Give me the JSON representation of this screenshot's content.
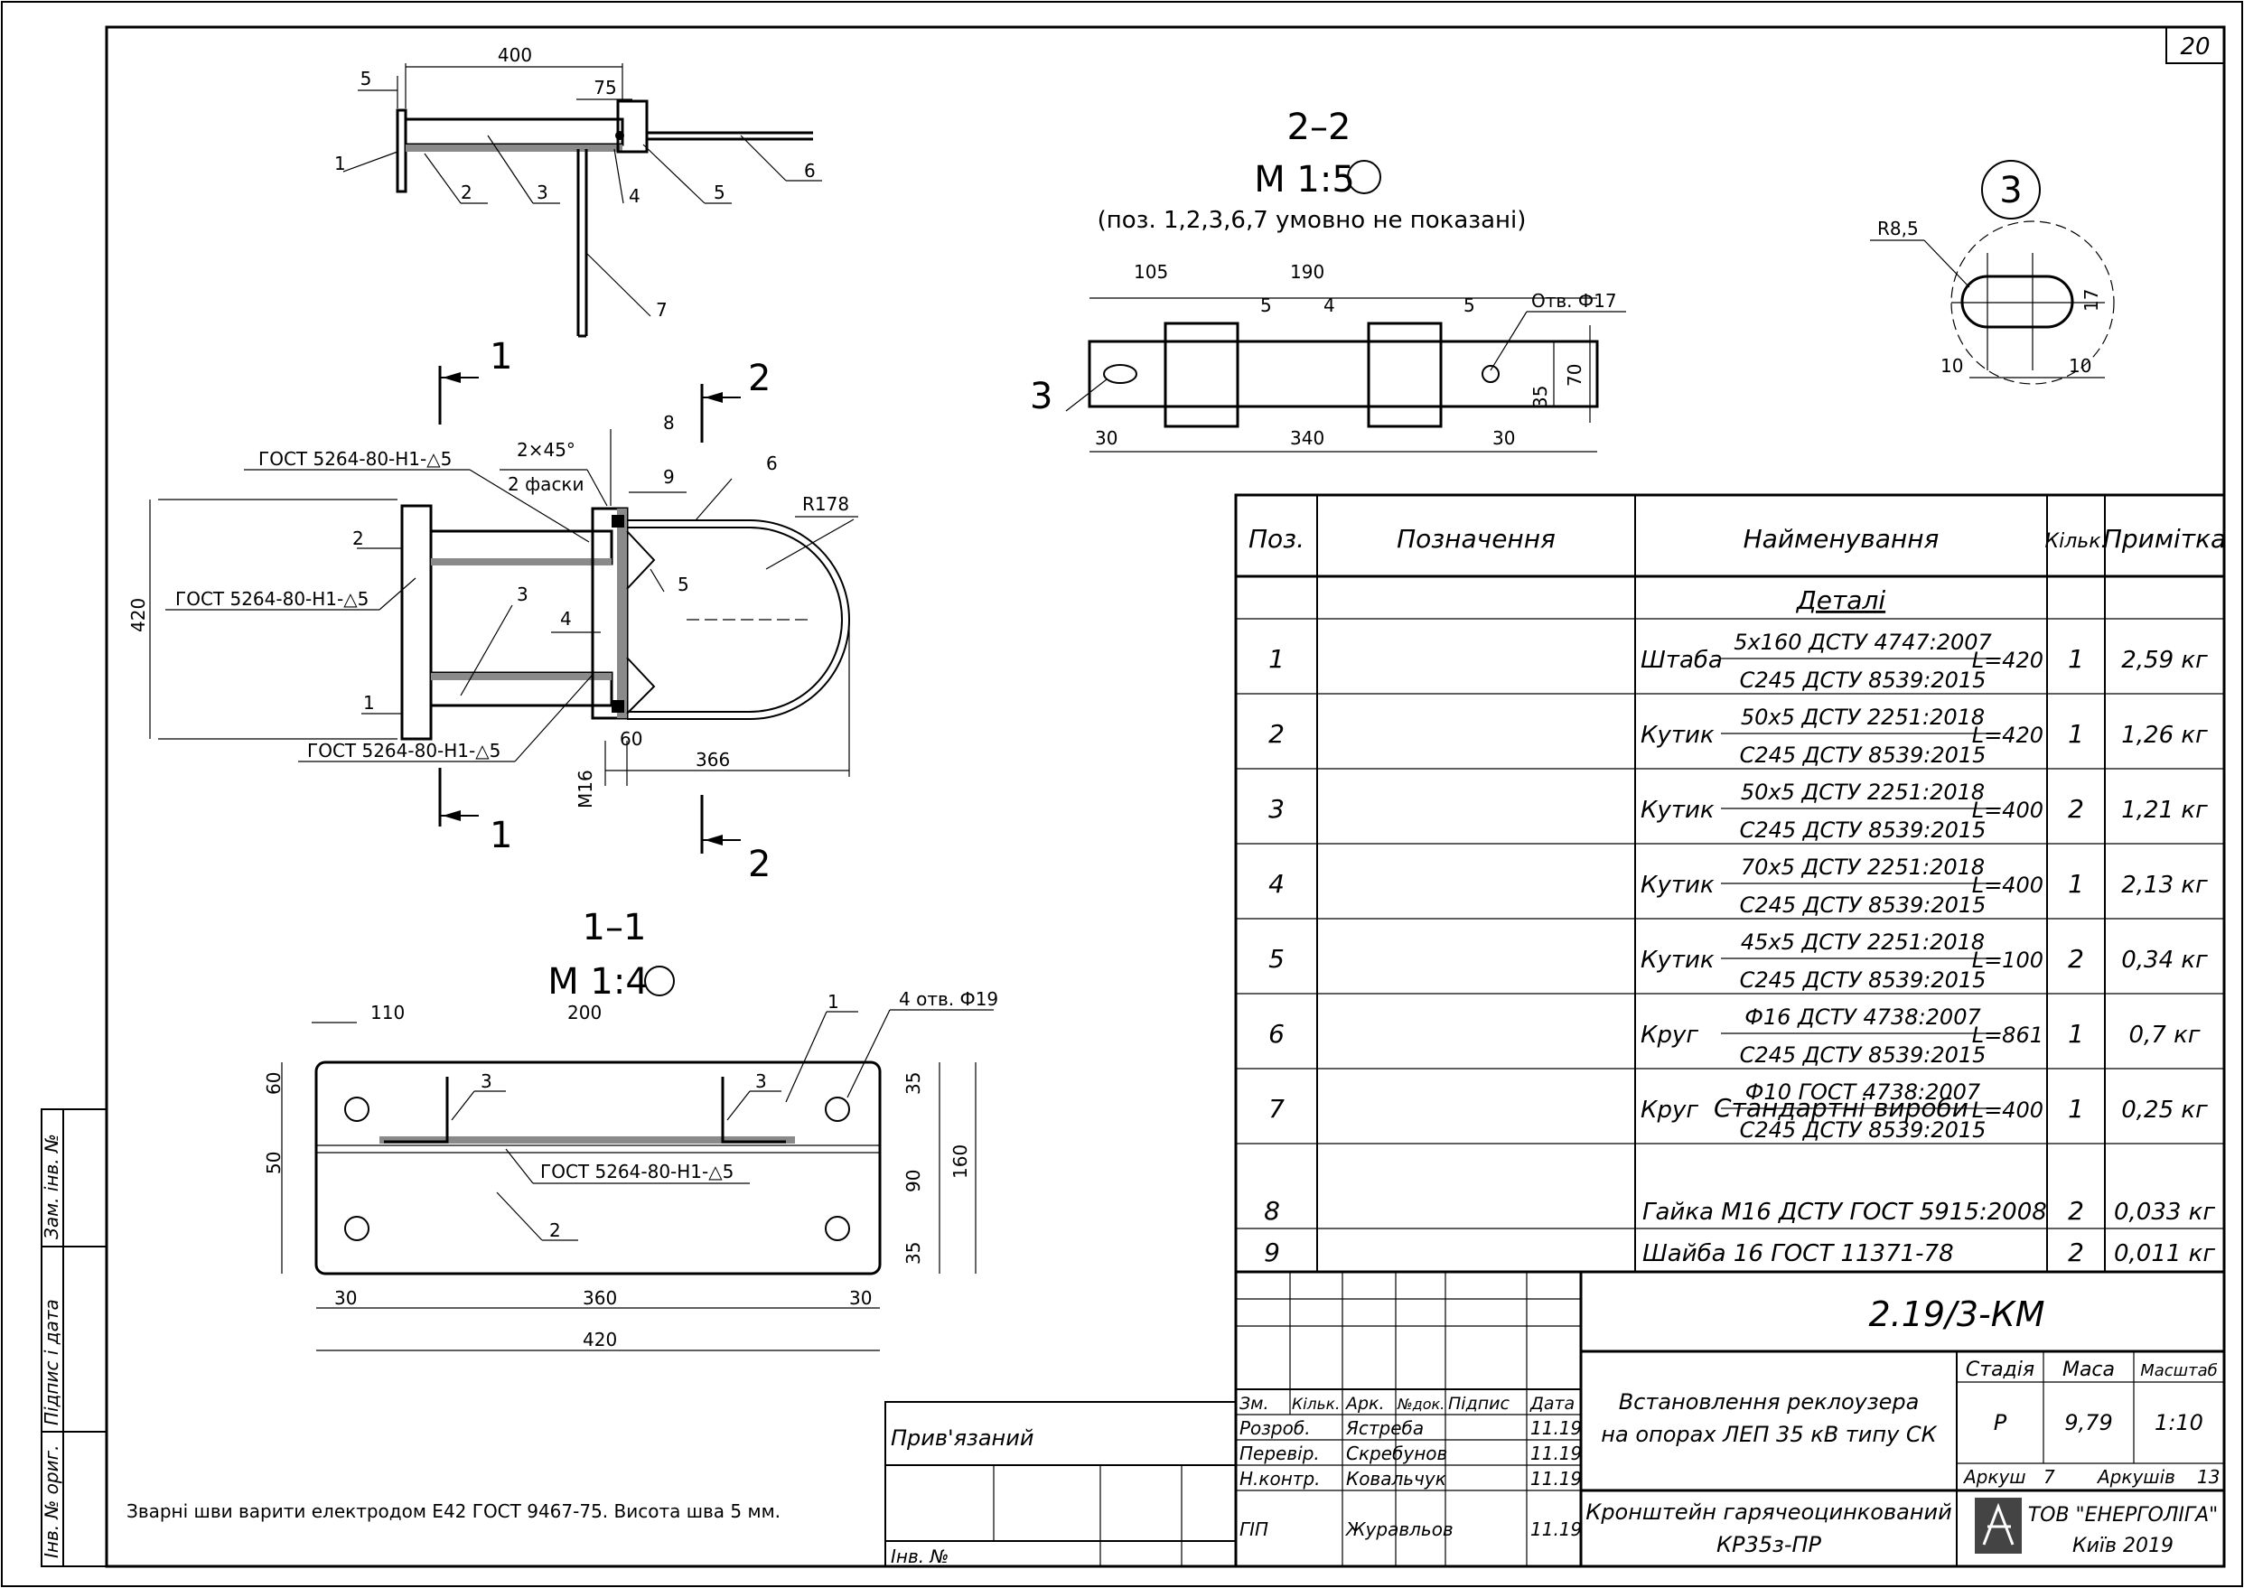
{
  "sheet_number": "20",
  "section_2_2": {
    "title": "2–2",
    "scale": "М 1:5",
    "note": "(поз. 1,2,3,6,7 умовно не показані)",
    "dims": {
      "d105": "105",
      "d190": "190",
      "d5a": "5",
      "d4": "4",
      "d5b": "5",
      "hole": "Отв. Ф17",
      "d30a": "30",
      "d340": "340",
      "d30b": "30",
      "d35": "35",
      "d70": "70"
    },
    "callout": "3"
  },
  "detail_3": {
    "label": "3",
    "radius": "R8,5",
    "d17": "17",
    "d10a": "10",
    "d10b": "10"
  },
  "top_view": {
    "d400": "400",
    "d5": "5",
    "d75": "75",
    "pos": [
      "1",
      "2",
      "3",
      "4",
      "5",
      "6",
      "7"
    ]
  },
  "plan_view": {
    "cut1": "1",
    "cut2": "2",
    "weld_a": "ГОСТ 5264-80-Н1-△5",
    "weld_b": "ГОСТ 5264-80-Н1-△5",
    "weld_c": "ГОСТ 5264-80-Н1-△5",
    "chamfer": "2×45°",
    "chamfer_note": "2 фаски",
    "d420": "420",
    "d60": "60",
    "d366": "366",
    "r178": "R178",
    "m16": "М16",
    "pos": {
      "p8": "8",
      "p9": "9",
      "p6": "6",
      "p2": "2",
      "p3": "3",
      "p4": "4",
      "p5": "5",
      "p1": "1"
    }
  },
  "section_1_1": {
    "title": "1–1",
    "scale": "М 1:4",
    "dims": {
      "d110": "110",
      "d200": "200",
      "d60": "60",
      "d50": "50",
      "d35a": "35",
      "d90": "90",
      "d160": "160",
      "d35b": "35",
      "d30a": "30",
      "d360": "360",
      "d30b": "30",
      "d420": "420"
    },
    "holes": "4 отв. Ф19",
    "weld": "ГОСТ 5264-80-Н1-△5",
    "pos": {
      "p1": "1",
      "p3a": "3",
      "p3b": "3",
      "p2": "2"
    }
  },
  "weld_note": "Зварні шви варити електродом Е42 ГОСТ 9467-75. Висота шва 5 мм.",
  "spec_table": {
    "headers": {
      "pos": "Поз.",
      "designation": "Позначення",
      "name": "Найменування",
      "qty": "Кільк.",
      "note": "Примітка"
    },
    "section_details": "Деталі",
    "rows": [
      {
        "pos": "1",
        "kind": "Штаба",
        "top": "5x160 ДСТУ 4747:2007",
        "bottom": "С245 ДСТУ 8539:2015",
        "len": "L=420",
        "qty": "1",
        "note": "2,59 кг"
      },
      {
        "pos": "2",
        "kind": "Кутик",
        "top": "50x5 ДСТУ 2251:2018",
        "bottom": "С245 ДСТУ 8539:2015",
        "len": "L=420",
        "qty": "1",
        "note": "1,26 кг"
      },
      {
        "pos": "3",
        "kind": "Кутик",
        "top": "50x5 ДСТУ 2251:2018",
        "bottom": "С245 ДСТУ 8539:2015",
        "len": "L=400",
        "qty": "2",
        "note": "1,21 кг"
      },
      {
        "pos": "4",
        "kind": "Кутик",
        "top": "70x5 ДСТУ 2251:2018",
        "bottom": "С245 ДСТУ 8539:2015",
        "len": "L=400",
        "qty": "1",
        "note": "2,13 кг"
      },
      {
        "pos": "5",
        "kind": "Кутик",
        "top": "45x5 ДСТУ 2251:2018",
        "bottom": "С245 ДСТУ 8539:2015",
        "len": "L=100",
        "qty": "2",
        "note": "0,34 кг"
      },
      {
        "pos": "6",
        "kind": "Круг",
        "top": "Ф16 ДСТУ 4738:2007",
        "bottom": "С245 ДСТУ 8539:2015",
        "len": "L=861",
        "qty": "1",
        "note": "0,7 кг"
      },
      {
        "pos": "7",
        "kind": "Круг",
        "top": "Ф10 ГОСТ 4738:2007",
        "bottom": "С245 ДСТУ 8539:2015",
        "len": "L=400",
        "qty": "1",
        "note": "0,25 кг"
      }
    ],
    "section_standard": "Стандартні вироби",
    "standard_rows": [
      {
        "pos": "8",
        "name": "Гайка М16 ДСТУ ГОСТ 5915:2008",
        "qty": "2",
        "note": "0,033 кг"
      },
      {
        "pos": "9",
        "name": "Шайба 16 ГОСТ 11371-78",
        "qty": "2",
        "note": "0,011 кг"
      }
    ]
  },
  "title_block": {
    "doc_code": "2.19/3-КМ",
    "project": "Встановлення реклоузера на опорах ЛЕП 35 кВ типу СК",
    "drawing": "Кронштейн гарячеоцинкований КР35з-ПР",
    "stage_label": "Стадія",
    "mass_label": "Маса",
    "scale_label": "Масштаб",
    "stage": "Р",
    "mass": "9,79",
    "scale": "1:10",
    "sheet_label": "Аркуш",
    "sheet": "7",
    "sheets_label": "Аркушів",
    "sheets": "13",
    "company": "ТОВ \"ЕНЕРГОЛІГА\"",
    "city_year": "Київ 2019",
    "col_headers": {
      "zm": "Зм.",
      "kilk": "Кільк.",
      "ark": "Арк.",
      "ndok": "№док.",
      "pidpys": "Підпис",
      "data": "Дата"
    },
    "roles": [
      {
        "role": "Розроб.",
        "name": "Ястреба",
        "date": "11.19"
      },
      {
        "role": "Перевір.",
        "name": "Скребунов",
        "date": "11.19"
      },
      {
        "role": "Н.контр.",
        "name": "Ковальчук",
        "date": "11.19"
      },
      {
        "role": "ГІП",
        "name": "Журавльов",
        "date": "11.19"
      }
    ],
    "linked": "Прив'язаний",
    "inv_no": "Інв. №"
  },
  "side_stamp": {
    "inv_orig": "Інв. № ориг.",
    "sign_date": "Підпис і дата",
    "replaced_inv": "Зам. інв. №"
  }
}
